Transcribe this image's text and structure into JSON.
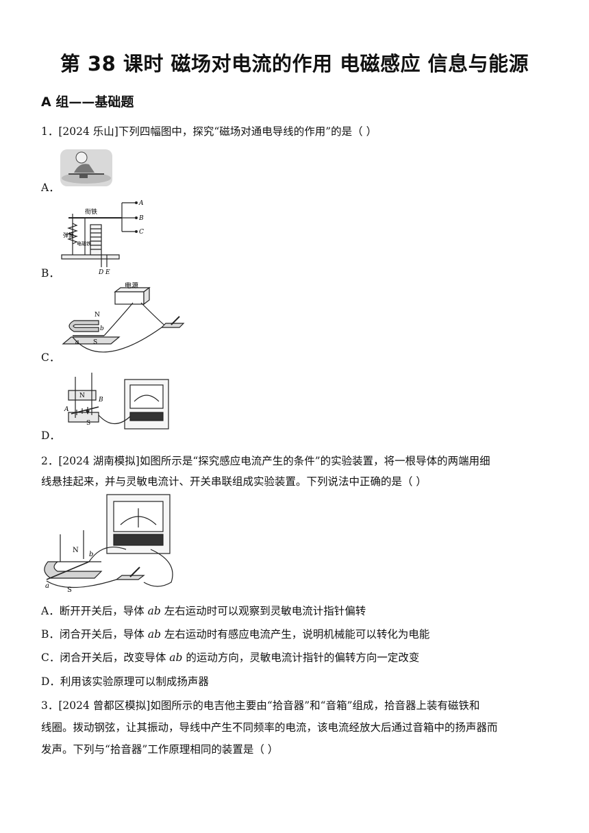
{
  "title": "第 38 课时  磁场对电流的作用  电磁感应  信息与能源",
  "section": "A 组——基础题",
  "q1": {
    "stem": "1．[2024 乐山]下列四幅图中，探究“磁场对通电导线的作用”的是（  ）",
    "options": [
      "A．",
      "B．",
      "C．",
      "D．"
    ],
    "figB_labels": {
      "armature": "衔铁",
      "spring": "弹簧",
      "electromagnet": "电磁铁",
      "A": "A",
      "B": "B",
      "C": "C",
      "D": "D",
      "E": "E"
    },
    "figC_labels": {
      "power": "电源",
      "N": "N",
      "S": "S",
      "a": "a",
      "b": "b"
    },
    "figD_labels": {
      "A": "A",
      "B": "B",
      "N": "N",
      "S": "S"
    }
  },
  "q2": {
    "stem_line1": "2．[2024 湖南模拟]如图所示是“探究感应电流产生的条件”的实验装置，将一根导体的两端用细",
    "stem_line2": "线悬挂起来，并与灵敏电流计、开关串联组成实验装置。下列说法中正确的是（  ）",
    "fig_labels": {
      "N": "N",
      "S": "S",
      "a": "a",
      "b": "b"
    },
    "options": [
      {
        "pre": "A．断开开关后，导体 ",
        "var": "ab",
        "post": " 左右运动时可以观察到灵敏电流计指针偏转"
      },
      {
        "pre": "B．闭合开关后，导体 ",
        "var": "ab",
        "post": " 左右运动时有感应电流产生，说明机械能可以转化为电能"
      },
      {
        "pre": "C．闭合开关后，改变导体 ",
        "var": "ab",
        "post": " 的运动方向，灵敏电流计指针的偏转方向一定改变"
      },
      {
        "pre": "D．利用该实验原理可以制成扬声器",
        "var": "",
        "post": ""
      }
    ]
  },
  "q3": {
    "line1": "3．[2024 曾都区模拟]如图所示的电吉他主要由“拾音器”和“音箱”组成，拾音器上装有磁铁和",
    "line2": "线圈。拨动钢弦，让其振动，导线中产生不同频率的电流，该电流经放大后通过音箱中的扬声器而",
    "line3": "发声。下列与“拾音器”工作原理相同的装置是（  ）"
  }
}
